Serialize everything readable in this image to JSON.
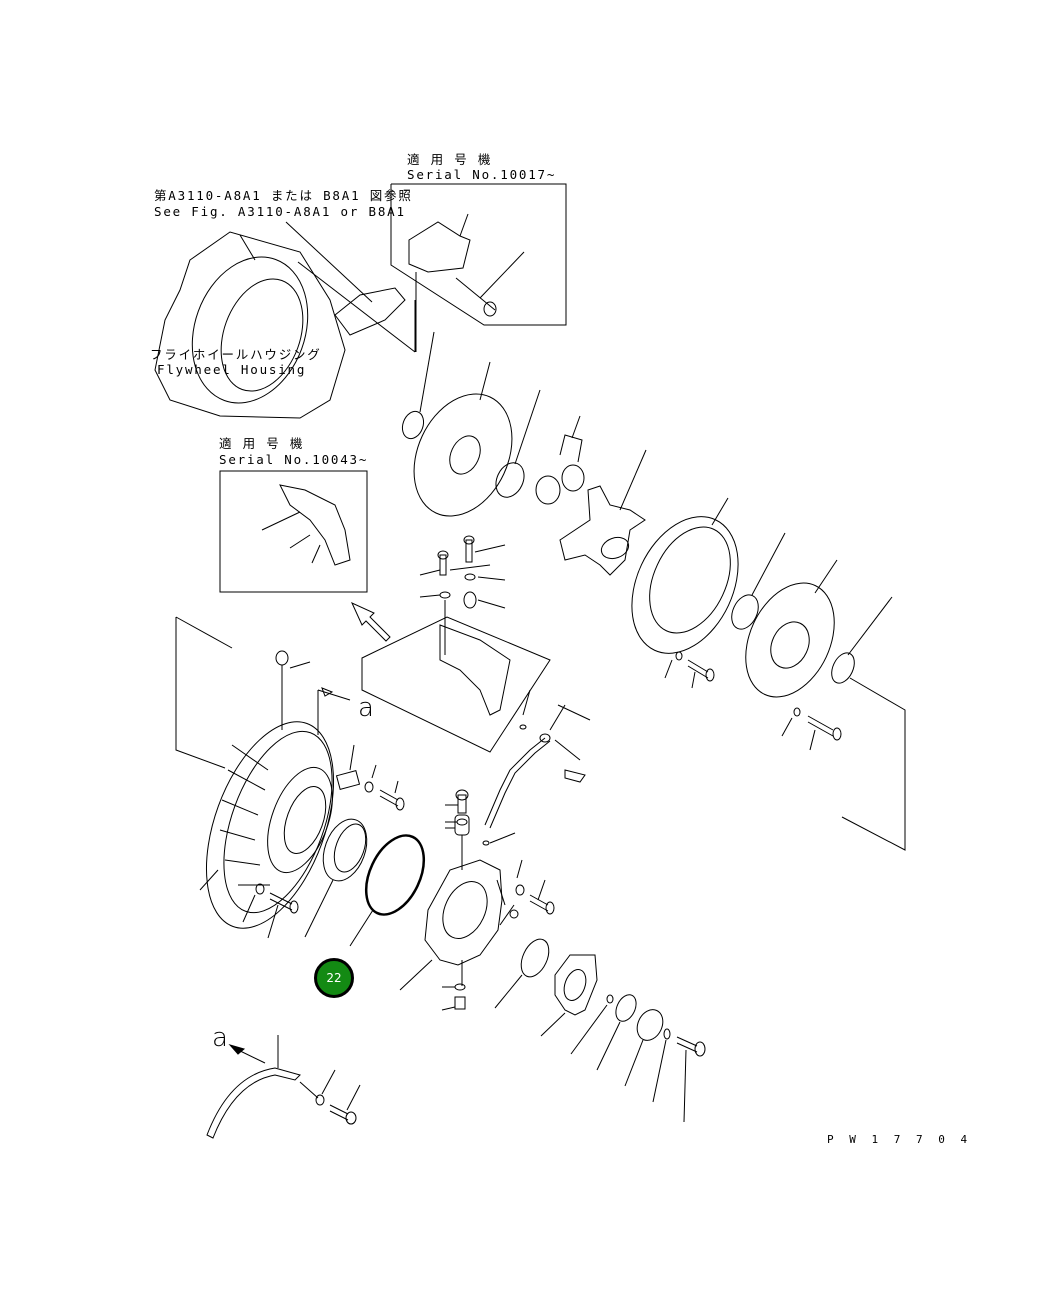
{
  "diagram": {
    "type": "exploded-parts-diagram",
    "subject": "Flywheel housing / damper assembly",
    "drawing_number": "P W 1 7 7 0 4",
    "labels": {
      "ref_note_jp": "第A3110-A8A1 または B8A1 図参照",
      "ref_note_en": "See Fig. A3110-A8A1 or B8A1",
      "housing_jp": "フライホイールハウジング",
      "housing_en": "Flywheel Housing",
      "serial_box_1_jp": "適 用 号 機",
      "serial_box_1_en": "Serial No.10017~",
      "serial_box_2_jp": "適 用 号 機",
      "serial_box_2_en": "Serial No.10043~",
      "view_marker_1": "a",
      "view_marker_2": "a"
    },
    "highlighted_callout": {
      "number": "22",
      "color": "#138a13",
      "part": "O-ring"
    }
  }
}
